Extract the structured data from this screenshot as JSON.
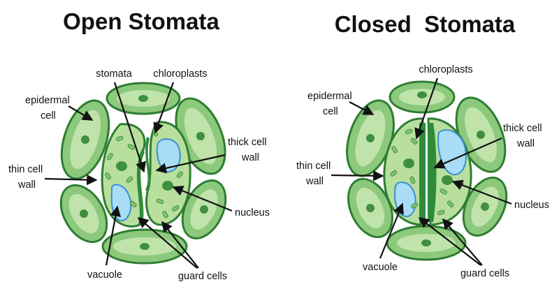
{
  "open": {
    "title": "Open Stomata",
    "labels": {
      "stomata": "stomata",
      "chloroplasts": "chloroplasts",
      "epidermal_1": "epidermal",
      "epidermal_2": "cell",
      "thin_1": "thin cell",
      "thin_2": "wall",
      "thick_1": "thick cell",
      "thick_2": "wall",
      "nucleus": "nucleus",
      "vacuole": "vacuole",
      "guard": "guard cells"
    }
  },
  "closed": {
    "title": "Closed  Stomata",
    "labels": {
      "chloroplasts": "chloroplasts",
      "epidermal_1": "epidermal",
      "epidermal_2": "cell",
      "thin_1": "thin cell",
      "thin_2": "wall",
      "thick_1": "thick cell",
      "thick_2": "wall",
      "nucleus": "nucleus",
      "vacuole": "vacuole",
      "guard": "guard cells"
    }
  },
  "colors": {
    "epidermis_fill": "#8cc97c",
    "epidermis_stroke": "#2e7d32",
    "guard_fill": "#b9df9f",
    "dark_green": "#2e8b3a",
    "nucleus": "#3f8f3f",
    "chloroplast": "#82c46b",
    "vacuole": "#a9dcf5",
    "vacuole_stroke": "#3a8fd0",
    "text": "#111111"
  }
}
